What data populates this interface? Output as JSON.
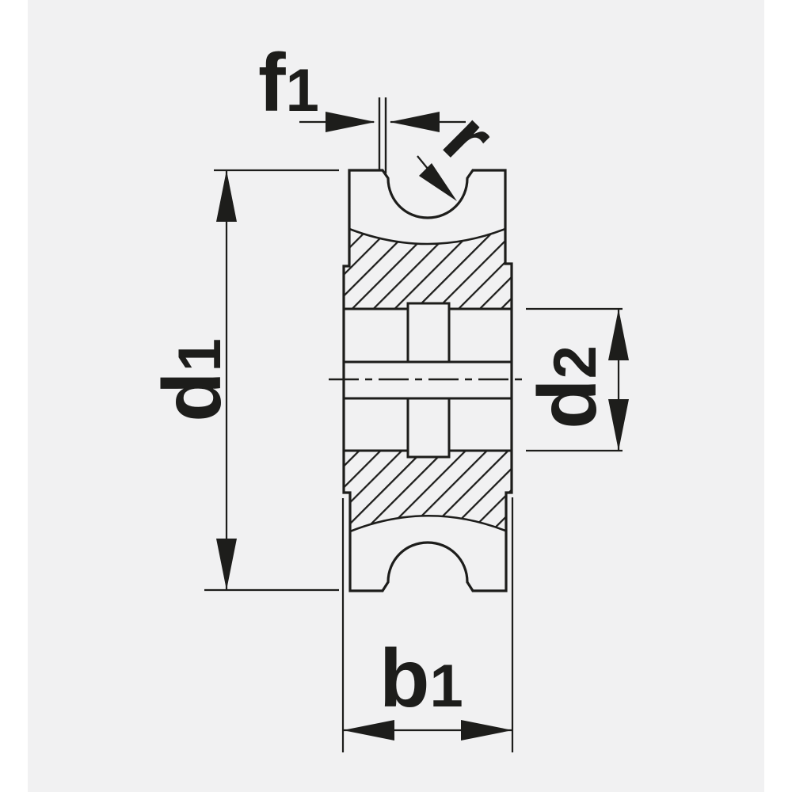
{
  "drawing": {
    "type": "technical-drawing",
    "subject": "grooved wheel (pulley/roller) axial cross-section with dimension callouts",
    "labels": {
      "f1": {
        "main": "f",
        "sub": "1"
      },
      "r": {
        "main": "r"
      },
      "d1": {
        "main": "d",
        "sub": "1"
      },
      "d2": {
        "main": "d",
        "sub": "2"
      },
      "b1": {
        "main": "b",
        "sub": "1"
      }
    },
    "colors": {
      "ink": "#1d1d1b",
      "canvas": "#f1f1f2",
      "page": "#ffffff"
    }
  }
}
